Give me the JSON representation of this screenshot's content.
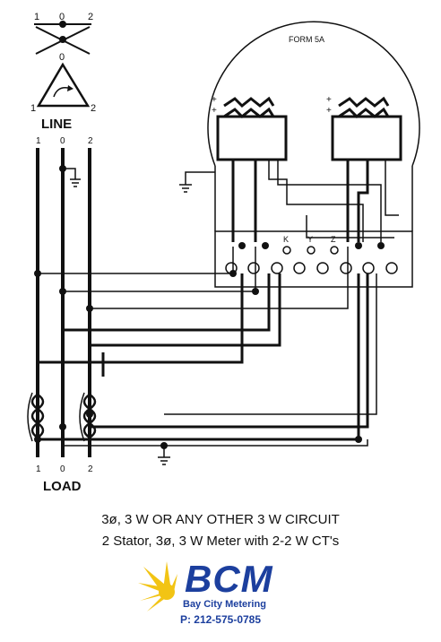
{
  "diagram": {
    "meter_form_label": "FORM 5A",
    "line_label": "LINE",
    "load_label": "LOAD",
    "phase_top": [
      "1",
      "0",
      "2"
    ],
    "phase_triangle_top": "0",
    "phase_triangle_left": "1",
    "phase_triangle_right": "2",
    "line_terminals": [
      "1",
      "0",
      "2"
    ],
    "load_terminals": [
      "1",
      "0",
      "2"
    ],
    "terminal_letters": [
      "K",
      "Y",
      "Z"
    ],
    "polarity_mark": "+"
  },
  "caption": {
    "line1": "3ø, 3 W OR ANY OTHER 3 W CIRCUIT",
    "line2": "2 Stator, 3ø, 3 W Meter with 2-2 W CT's"
  },
  "logo": {
    "letters": "BCM",
    "company": "Bay City Metering",
    "phone": "P: 212-575-0785",
    "colors": {
      "primary": "#1c3f9e",
      "burst": "#f2c414"
    }
  }
}
